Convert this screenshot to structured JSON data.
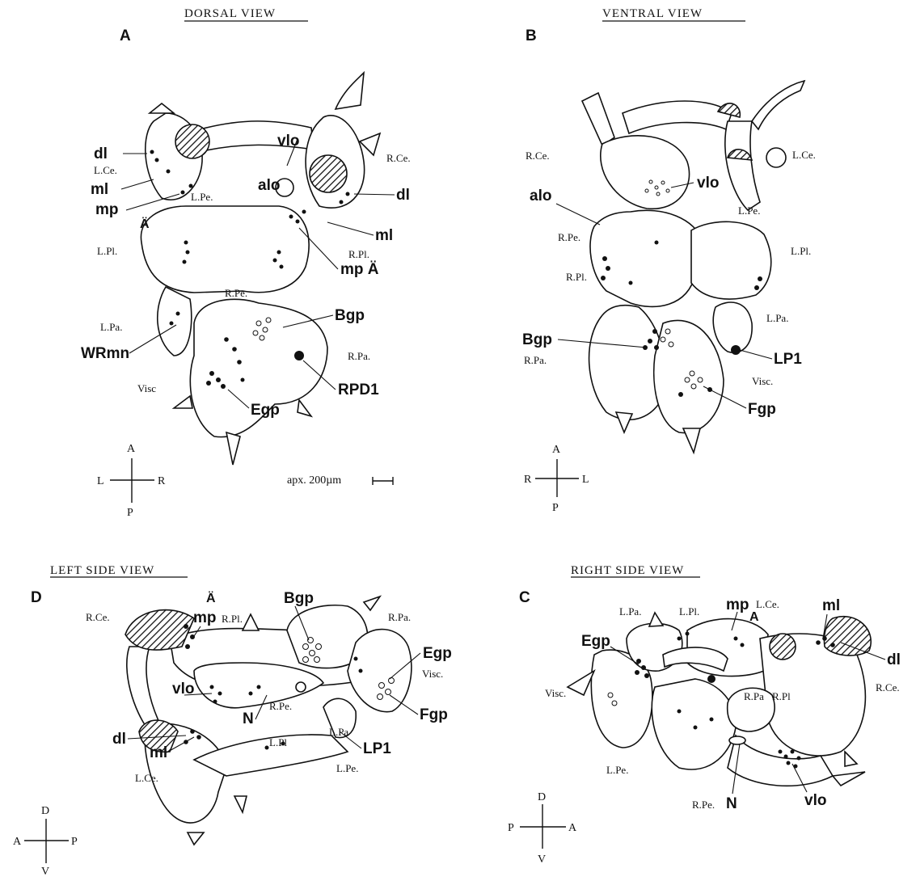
{
  "panels": {
    "A": {
      "title": "DORSAL VIEW",
      "letter": "A",
      "ganglia": [
        "L.Ce.",
        "R.Ce.",
        "L.Pe.",
        "R.Pe.",
        "L.Pl.",
        "R.Pl.",
        "L.Pa.",
        "R.Pa.",
        "Visc"
      ],
      "markers": [
        "dl",
        "ml",
        "mp",
        "Ä",
        "vlo",
        "alo",
        "dl",
        "ml",
        "mp Ä",
        "Bgp",
        "WRmn",
        "RPD1",
        "Egp"
      ],
      "compass": {
        "up": "A",
        "down": "P",
        "left": "L",
        "right": "R"
      },
      "scale": "apx. 200µm"
    },
    "B": {
      "title": "VENTRAL VIEW",
      "letter": "B",
      "ganglia": [
        "R.Ce.",
        "L.Ce.",
        "L.Pe.",
        "R.Pe.",
        "L.Pl.",
        "R.Pl.",
        "L.Pa.",
        "R.Pa.",
        "Visc."
      ],
      "markers": [
        "vlo",
        "alo",
        "Bgp",
        "LP1",
        "Fgp"
      ],
      "compass": {
        "up": "A",
        "down": "P",
        "left": "R",
        "right": "L"
      }
    },
    "D": {
      "title": "LEFT SIDE VIEW",
      "letter": "D",
      "ganglia": [
        "R.Ce.",
        "R.Pl.",
        "R.Pa.",
        "Visc.",
        "R.Pe.",
        "L.Pa",
        "L.Pl",
        "L.Pe.",
        "L.Ce."
      ],
      "markers": [
        "Ä",
        "mp",
        "Bgp",
        "Egp",
        "vlo",
        "N",
        "Fgp",
        "dl",
        "ml",
        "LP1"
      ],
      "compass": {
        "up": "D",
        "down": "V",
        "left": "A",
        "right": "P"
      }
    },
    "C": {
      "title": "RIGHT SIDE VIEW",
      "letter": "C",
      "ganglia": [
        "L.Pa.",
        "L.Pl.",
        "L.Ce.",
        "Visc.",
        "R.Pa",
        "R.Pl",
        "R.Ce.",
        "L.Pe.",
        "R.Pe."
      ],
      "markers": [
        "mp",
        "A",
        "ml",
        "Egp",
        "dl",
        "N",
        "vlo"
      ],
      "compass": {
        "up": "D",
        "down": "V",
        "left": "P",
        "right": "A"
      }
    }
  }
}
